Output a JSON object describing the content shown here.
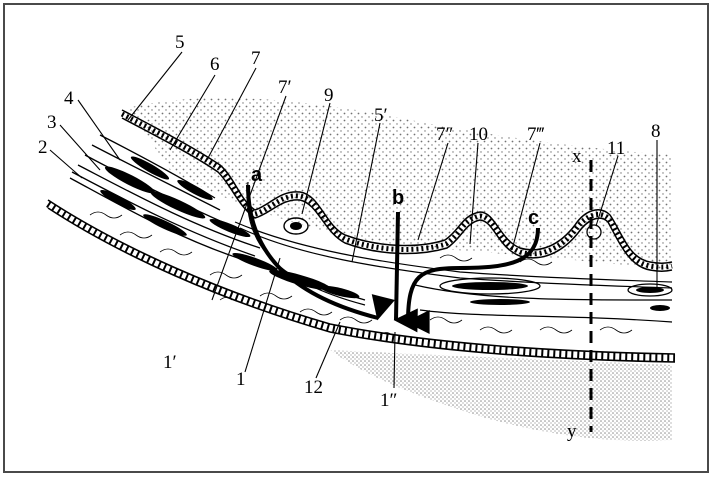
{
  "figure": {
    "labels": {
      "n2": "2",
      "n3": "3",
      "n4": "4",
      "n5": "5",
      "n6": "6",
      "n7": "7",
      "n7p": "7′",
      "n9": "9",
      "n5p": "5′",
      "n7pp": "7″",
      "n10": "10",
      "n7ppp": "7‴",
      "x": "x",
      "n11": "11",
      "n8": "8",
      "a": "a",
      "b": "b",
      "c": "c",
      "n1p": "1′",
      "n1": "1",
      "n12": "12",
      "n1pp": "1″",
      "y": "y"
    },
    "colors": {
      "ink": "#000000",
      "frame": "#4a4a4a",
      "background": "#ffffff"
    }
  }
}
